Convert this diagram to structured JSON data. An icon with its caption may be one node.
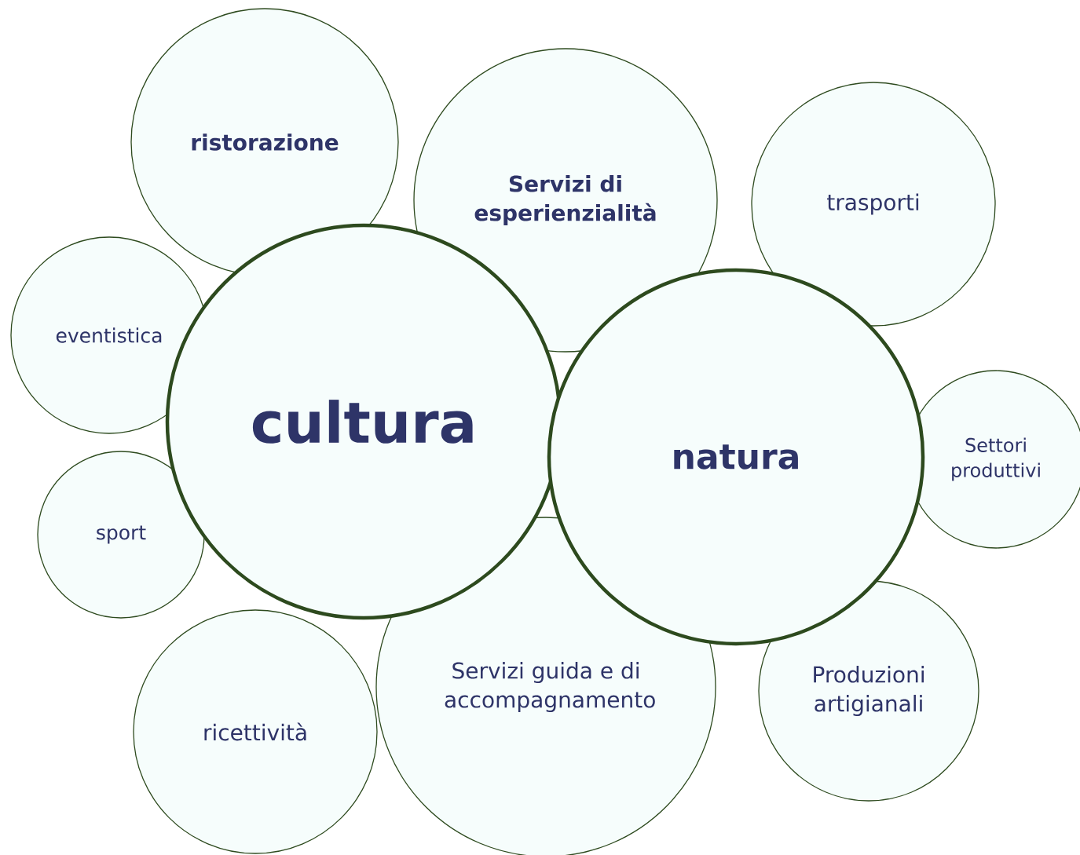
{
  "diagram": {
    "nodes": [
      {
        "text": [
          "ristorazione"
        ]
      },
      {
        "text": [
          "Servizi di esperienzialità"
        ]
      },
      {
        "text": [
          "trasporti"
        ]
      },
      {
        "text": [
          "eventistica"
        ]
      },
      {
        "text": [
          "cultura"
        ]
      },
      {
        "text": [
          "natura"
        ]
      },
      {
        "text": [
          "Settori produttivi"
        ]
      },
      {
        "text": [
          "sport"
        ]
      },
      {
        "text": [
          "ricettività"
        ]
      },
      {
        "text": [
          "Servizi guida e di accompagnamento"
        ]
      },
      {
        "text": [
          "Produzioni artigianali"
        ]
      }
    ]
  }
}
